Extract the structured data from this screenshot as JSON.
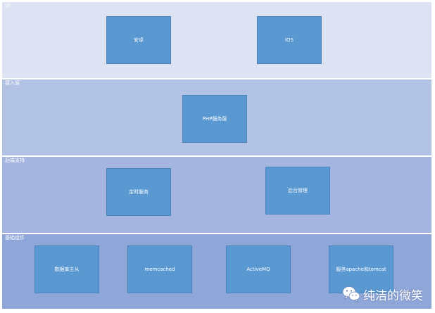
{
  "layers": [
    {
      "label": "UI",
      "boxes": [
        "安卓",
        "IOS"
      ]
    },
    {
      "label": "接入层",
      "boxes": [
        "PHP服务层"
      ]
    },
    {
      "label": "后端支持",
      "boxes": [
        "定时服务",
        "后台管理"
      ]
    },
    {
      "label": "基础组件",
      "boxes": [
        "数据库主从",
        "memcached",
        "ActiveMQ",
        "服务apache和tomcat"
      ]
    }
  ],
  "watermark": {
    "text": "纯洁的微笑",
    "icon": "wechat-icon"
  },
  "colors": {
    "box": "#5a98d2",
    "layer_ui": "#dde3f3",
    "layer_access": "#b2c2e4",
    "layer_support": "#a4b6df",
    "layer_base": "#8fa6d8"
  }
}
